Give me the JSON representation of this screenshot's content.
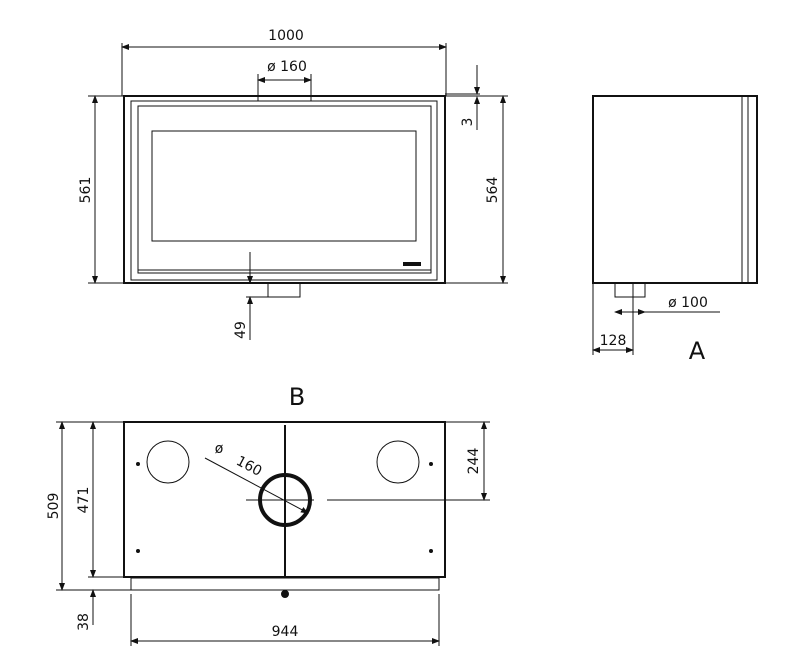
{
  "front_view": {
    "width_dim": "1000",
    "flue_dim": "ø  160",
    "height_left_dim": "561",
    "height_right_dim": "564",
    "top_offset_dim": "3",
    "flue_projection_dim": "49"
  },
  "side_view": {
    "label": "A",
    "flue_dim": "ø  100",
    "flue_offset_dim": "128"
  },
  "top_view": {
    "label": "B",
    "flue_symbol": "ø",
    "flue_dim": "160",
    "depth_total_dim": "509",
    "depth_body_dim": "471",
    "frame_depth_dim": "38",
    "width_dim": "944",
    "flue_center_dim": "244"
  },
  "colors": {
    "line": "#111111",
    "background": "#ffffff"
  }
}
